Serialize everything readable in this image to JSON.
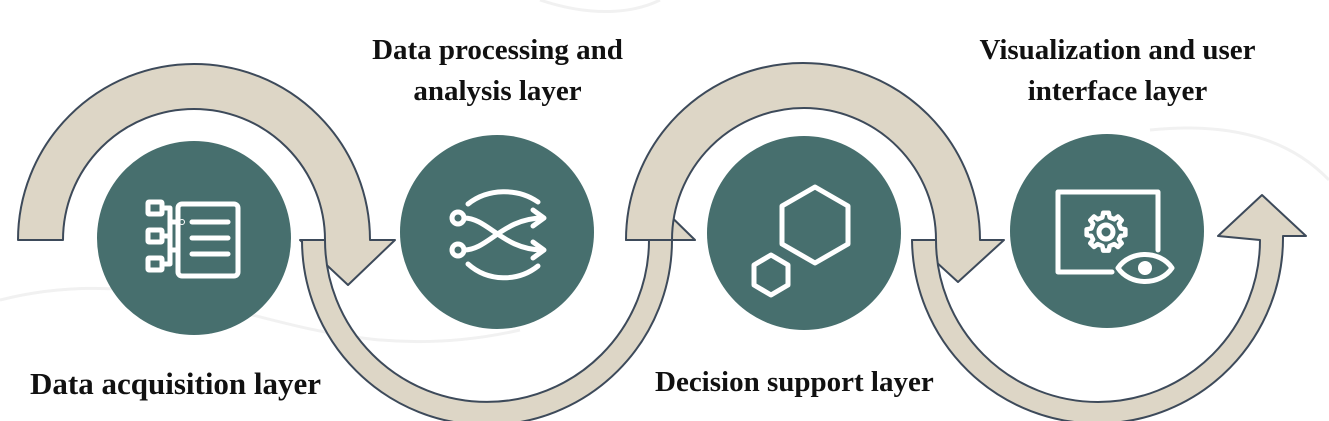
{
  "stages": [
    {
      "id": "acquisition",
      "lines": [
        "Data acquisition layer"
      ],
      "icon": "hierarchy-list-icon"
    },
    {
      "id": "processing",
      "lines": [
        "Data processing and",
        "analysis layer"
      ],
      "icon": "shuffle-arrows-icon"
    },
    {
      "id": "decision",
      "lines": [
        "Decision support layer"
      ],
      "icon": "hexagons-icon"
    },
    {
      "id": "visualization",
      "lines": [
        "Visualization and user",
        "interface layer"
      ],
      "icon": "monitor-gear-eye-icon"
    }
  ],
  "colors": {
    "circle": "#476f6e",
    "band_fill": "#ddd6c6",
    "band_stroke": "#3d4a5a",
    "icon_stroke": "#ffffff",
    "background": "#ffffff"
  }
}
